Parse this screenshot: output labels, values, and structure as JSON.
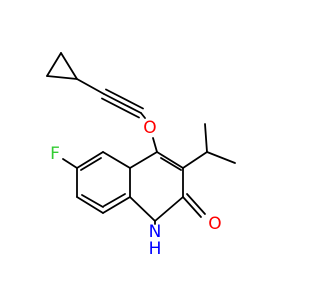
{
  "molecule": {
    "atoms": {
      "oxygen_ether": {
        "symbol": "O",
        "color": "#ff0000"
      },
      "fluorine": {
        "symbol": "F",
        "color": "#33cc33"
      },
      "nitrogen": {
        "symbol": "N",
        "color": "#0000ff"
      },
      "hydrogen_nh": {
        "symbol": "H",
        "color": "#0000ff"
      },
      "oxygen_carbonyl": {
        "symbol": "O",
        "color": "#ff0000"
      }
    },
    "bond_color": "#000000"
  }
}
